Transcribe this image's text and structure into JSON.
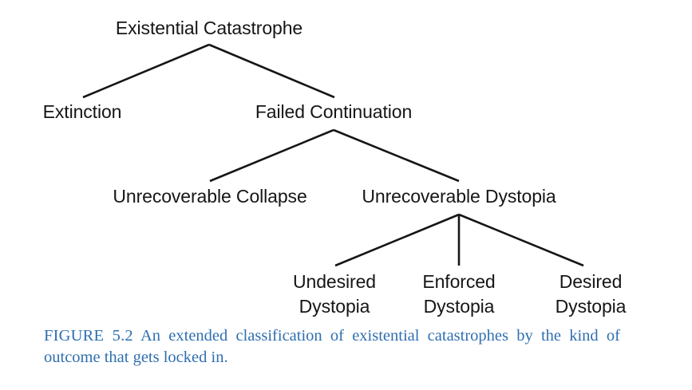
{
  "figure": {
    "background_color": "#ffffff",
    "caption": {
      "label": "FIGURE 5.2",
      "text": "An extended classification of existential catastrophes by the kind of outcome that gets locked in.",
      "full_text": "FIGURE 5.2 An extended classification of existential catastrophes by the kind of outcome that gets locked in.",
      "color": "#2f6fb0"
    }
  },
  "tree": {
    "line_color": "#161616",
    "text_color": "#161616",
    "nodes": {
      "root": {
        "label": "Existential Catastrophe"
      },
      "extinction": {
        "label": "Extinction"
      },
      "failed_continuation": {
        "label": "Failed Continuation"
      },
      "unrecoverable_collapse": {
        "label": "Unrecoverable Collapse"
      },
      "unrecoverable_dystopia": {
        "label": "Unrecoverable Dystopia"
      },
      "undesired_dystopia": {
        "line1": "Undesired",
        "line2": "Dystopia"
      },
      "enforced_dystopia": {
        "line1": "Enforced",
        "line2": "Dystopia"
      },
      "desired_dystopia": {
        "line1": "Desired",
        "line2": "Dystopia"
      }
    }
  }
}
